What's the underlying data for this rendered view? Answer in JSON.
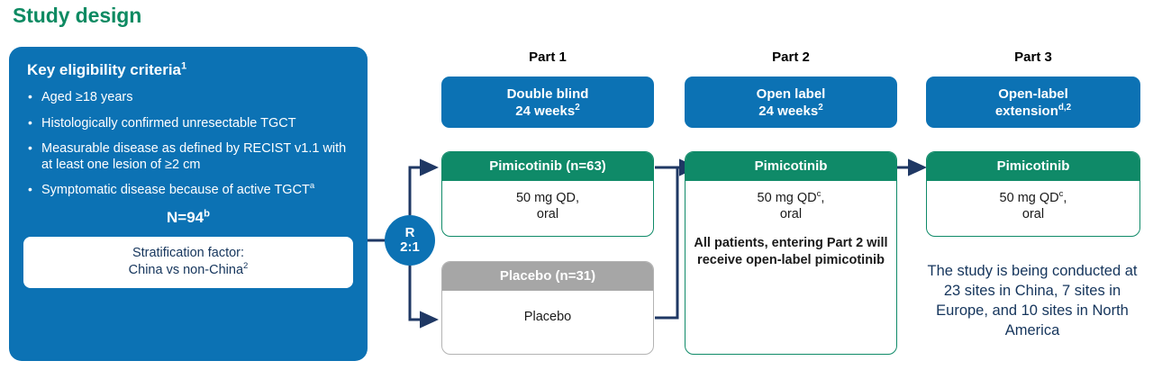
{
  "title": "Study design",
  "colors": {
    "brand_blue": "#0c72b4",
    "brand_green": "#0f8a68",
    "title_green": "#0d8a62",
    "placebo_gray": "#a6a6a6",
    "connector_navy": "#1f3864",
    "body_navy": "#15355c"
  },
  "eligibility": {
    "heading": "Key eligibility criteria",
    "heading_sup": "1",
    "criteria": [
      "Aged ≥18 years",
      "Histologically confirmed unresectable TGCT",
      "Measurable disease as defined by RECIST v1.1 with at least one lesion of ≥2 cm",
      "Symptomatic disease because of active TGCT"
    ],
    "criteria_last_sup": "a",
    "total_n_label": "N=94",
    "total_n_sup": "b",
    "stratification_line1": "Stratification factor:",
    "stratification_line2": "China vs non-China",
    "stratification_sup": "2"
  },
  "randomization": {
    "symbol": "R",
    "ratio": "2:1"
  },
  "parts": [
    {
      "label": "Part 1",
      "banner_line1": "Double blind",
      "banner_line2": "24 weeks",
      "banner_sup": "2"
    },
    {
      "label": "Part 2",
      "banner_line1": "Open label",
      "banner_line2": "24 weeks",
      "banner_sup": "2"
    },
    {
      "label": "Part 3",
      "banner_line1": "Open-label",
      "banner_line2": "extension",
      "banner_sup": "d,2"
    }
  ],
  "arms": {
    "part1_treatment": {
      "header": "Pimicotinib (n=63)",
      "dose_line1": "50 mg QD,",
      "dose_line2": "oral"
    },
    "part1_placebo": {
      "header": "Placebo (n=31)",
      "body": "Placebo"
    },
    "part2": {
      "header": "Pimicotinib",
      "dose_line1": "50 mg QD",
      "dose_sup": "c",
      "dose_line1_tail": ",",
      "dose_line2": "oral",
      "note": "All patients, entering Part 2 will receive open-label pimicotinib"
    },
    "part3": {
      "header": "Pimicotinib",
      "dose_line1": "50 mg QD",
      "dose_sup": "c",
      "dose_line1_tail": ",",
      "dose_line2": "oral"
    }
  },
  "site_note": "The study is being conducted at 23 sites in China, 7 sites in Europe, and 10 sites in North America"
}
